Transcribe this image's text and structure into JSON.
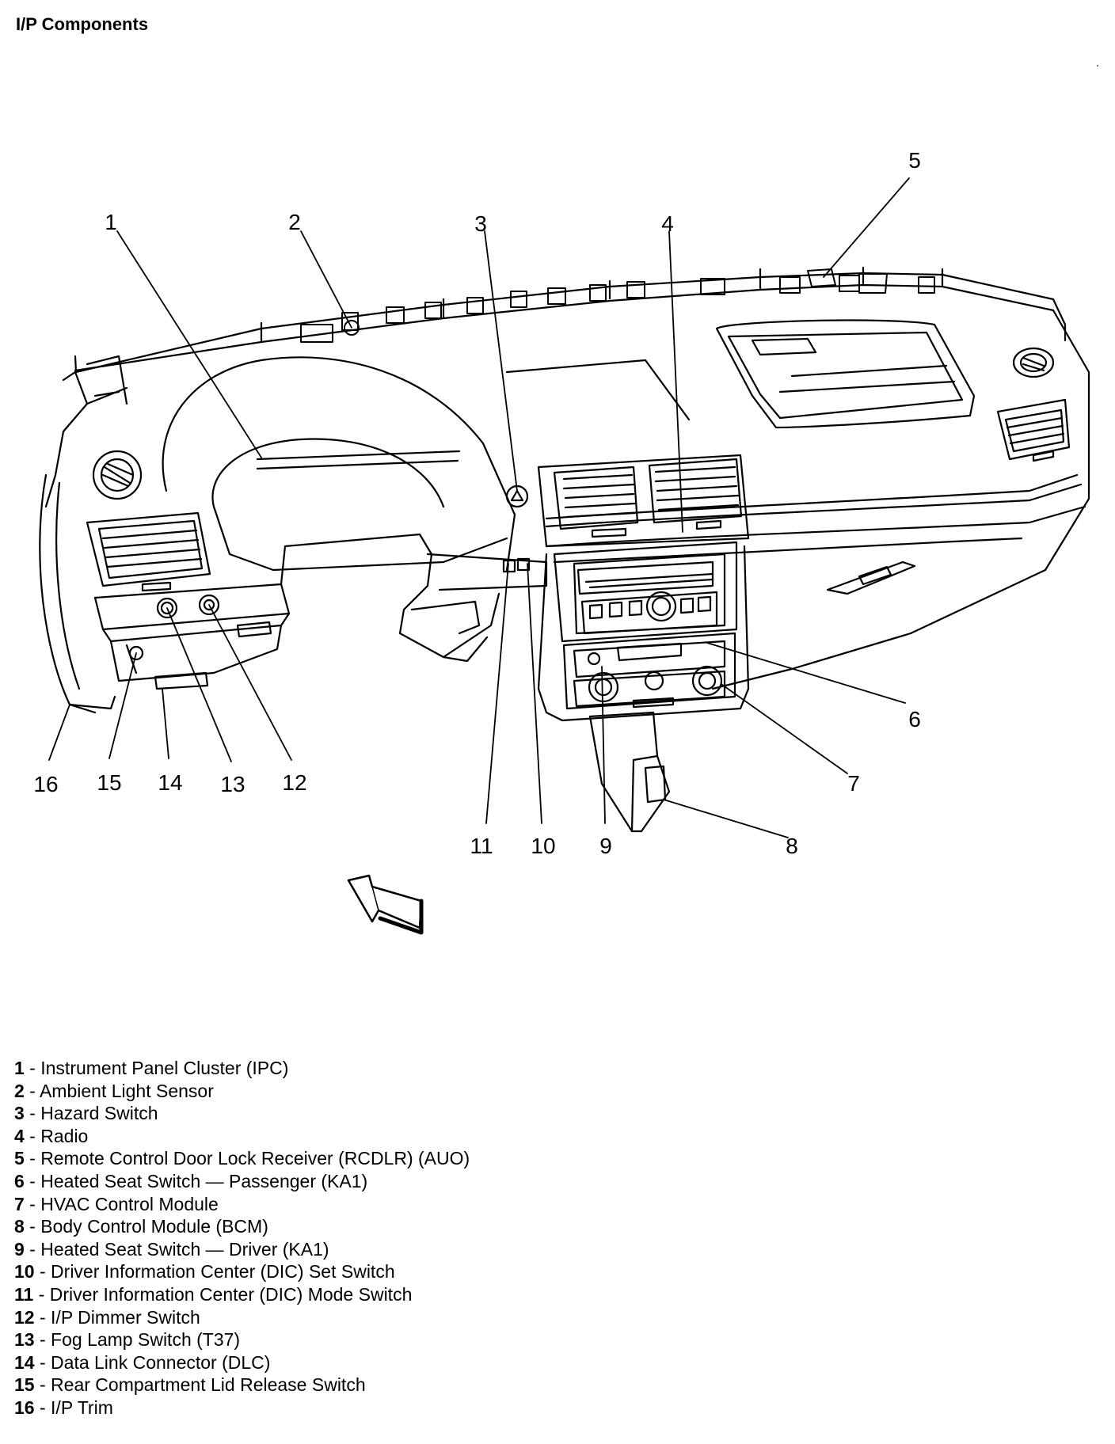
{
  "title": "I/P Components",
  "callouts": [
    "1",
    "2",
    "3",
    "4",
    "5",
    "6",
    "7",
    "8",
    "9",
    "10",
    "11",
    "12",
    "13",
    "14",
    "15",
    "16"
  ],
  "legend": [
    {
      "num": "1",
      "sep": " - ",
      "label": "Instrument Panel Cluster (IPC)"
    },
    {
      "num": "2",
      "sep": " - ",
      "label": "Ambient Light Sensor"
    },
    {
      "num": "3",
      "sep": " - ",
      "label": "Hazard Switch"
    },
    {
      "num": "4",
      "sep": " - ",
      "label": "Radio"
    },
    {
      "num": "5",
      "sep": " - ",
      "label": "Remote Control Door Lock Receiver (RCDLR) (AUO)"
    },
    {
      "num": "6",
      "sep": " - ",
      "label": "Heated Seat Switch — Passenger (KA1)"
    },
    {
      "num": "7",
      "sep": " - ",
      "label": "HVAC Control Module"
    },
    {
      "num": "8",
      "sep": " - ",
      "label": "Body Control Module (BCM)"
    },
    {
      "num": "9",
      "sep": " - ",
      "label": "Heated Seat Switch — Driver (KA1)"
    },
    {
      "num": "10",
      "sep": " - ",
      "label": "Driver Information Center (DIC) Set Switch"
    },
    {
      "num": "11",
      "sep": " - ",
      "label": "Driver Information Center (DIC) Mode Switch"
    },
    {
      "num": "12",
      "sep": " - ",
      "label": "I/P Dimmer Switch"
    },
    {
      "num": "13",
      "sep": " - ",
      "label": "Fog Lamp Switch (T37)"
    },
    {
      "num": "14",
      "sep": " - ",
      "label": "Data Link Connector (DLC)"
    },
    {
      "num": "15",
      "sep": " - ",
      "label": "Rear Compartment Lid Release Switch"
    },
    {
      "num": "16",
      "sep": " - ",
      "label": "I/P Trim"
    }
  ]
}
